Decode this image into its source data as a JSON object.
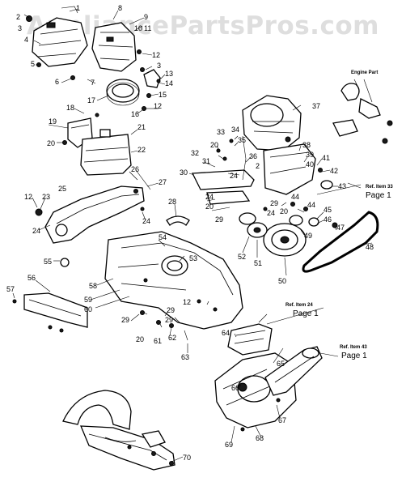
{
  "watermark": "AppliancePartsPros.com",
  "references": [
    {
      "ref": "Ref. Item 33",
      "page": "Page 1"
    },
    {
      "ref": "Ref. Item 24",
      "page": "Page 1"
    },
    {
      "ref": "Ref. Item 43",
      "page": "Page 1"
    }
  ],
  "engine_part_label": "Engine Part",
  "callouts": [
    "1",
    "2",
    "3",
    "4",
    "5",
    "6",
    "7",
    "8",
    "9",
    "10",
    "11",
    "12",
    "13",
    "14",
    "15",
    "16",
    "17",
    "18",
    "19",
    "20",
    "21",
    "22",
    "23",
    "24",
    "25",
    "26",
    "27",
    "28",
    "29",
    "30",
    "31",
    "32",
    "33",
    "34",
    "35",
    "36",
    "37",
    "38",
    "39",
    "40",
    "41",
    "42",
    "43",
    "44",
    "45",
    "46",
    "47",
    "48",
    "49",
    "50",
    "51",
    "52",
    "53",
    "54",
    "55",
    "56",
    "57",
    "58",
    "59",
    "60",
    "61",
    "62",
    "63",
    "64",
    "65",
    "66",
    "67",
    "68",
    "69",
    "70"
  ]
}
